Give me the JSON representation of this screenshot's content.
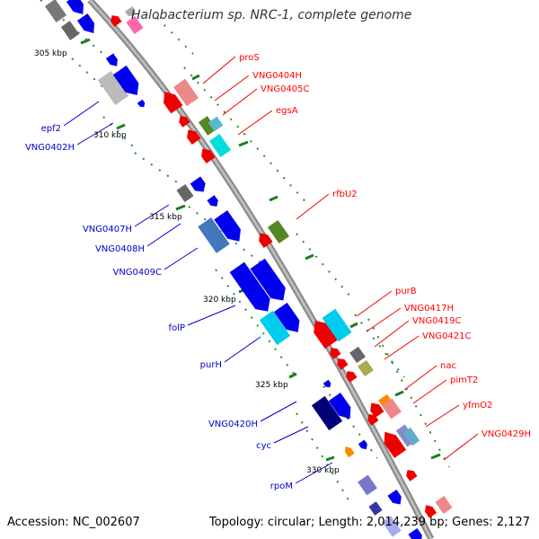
{
  "title": "Halobacterium sp. NRC-1, complete genome",
  "footer": {
    "accession": "Accession: NC_002607",
    "summary": "Topology: circular; Length: 2,014,239 bp; Genes: 2,127"
  },
  "ticks": [
    {
      "label": "305 kbp"
    },
    {
      "label": "310 kbp"
    },
    {
      "label": "315 kbp"
    },
    {
      "label": "320 kbp"
    },
    {
      "label": "325 kbp"
    },
    {
      "label": "330 kbp"
    }
  ],
  "genes_forward": [
    {
      "name": "proS",
      "color": "#ff0000"
    },
    {
      "name": "VNG0404H",
      "color": "#ff0000"
    },
    {
      "name": "VNG0405C",
      "color": "#ff0000"
    },
    {
      "name": "egsA",
      "color": "#ff0000"
    },
    {
      "name": "rfbU2",
      "color": "#ff0000"
    },
    {
      "name": "purB",
      "color": "#ff0000"
    },
    {
      "name": "VNG0417H",
      "color": "#ff0000"
    },
    {
      "name": "VNG0419C",
      "color": "#ff0000"
    },
    {
      "name": "VNG0421C",
      "color": "#ff0000"
    },
    {
      "name": "nac",
      "color": "#ff0000"
    },
    {
      "name": "pimT2",
      "color": "#ff0000"
    },
    {
      "name": "yfmO2",
      "color": "#ff0000"
    },
    {
      "name": "VNG0429H",
      "color": "#ff0000"
    }
  ],
  "genes_reverse": [
    {
      "name": "epf2",
      "color": "#0000cc"
    },
    {
      "name": "VNG0402H",
      "color": "#0000cc"
    },
    {
      "name": "VNG0407H",
      "color": "#0000cc"
    },
    {
      "name": "VNG0408H",
      "color": "#0000cc"
    },
    {
      "name": "VNG0409C",
      "color": "#0000cc"
    },
    {
      "name": "folP",
      "color": "#0000cc"
    },
    {
      "name": "purH",
      "color": "#0000cc"
    },
    {
      "name": "VNG0420H",
      "color": "#0000cc"
    },
    {
      "name": "cyc",
      "color": "#0000cc"
    },
    {
      "name": "rpoM",
      "color": "#0000cc"
    }
  ]
}
